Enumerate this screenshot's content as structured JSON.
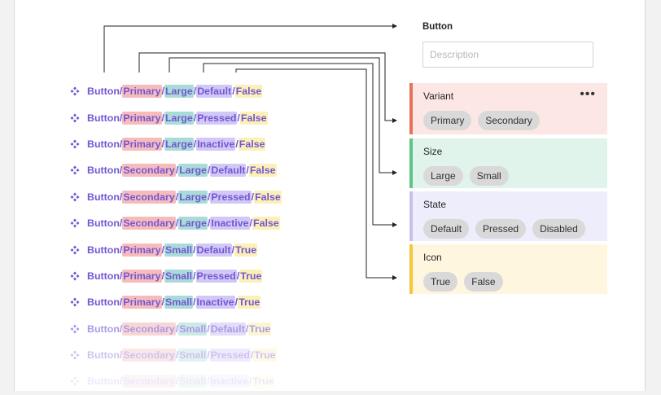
{
  "button_panel": {
    "title": "Button",
    "description_placeholder": "Description"
  },
  "properties": [
    {
      "name": "Variant",
      "color": "#e5735b",
      "values": [
        "Primary",
        "Secondary"
      ],
      "more_label": "•••"
    },
    {
      "name": "Size",
      "color": "#62c28a",
      "values": [
        "Large",
        "Small"
      ]
    },
    {
      "name": "State",
      "color": "#c6c0ef",
      "values": [
        "Default",
        "Pressed",
        "Disabled"
      ]
    },
    {
      "name": "Icon",
      "color": "#f5c73b",
      "values": [
        "True",
        "False"
      ]
    }
  ],
  "component_base": "Button",
  "separator": "/",
  "components": [
    [
      "Primary",
      "Large",
      "Default",
      "False"
    ],
    [
      "Primary",
      "Large",
      "Pressed",
      "False"
    ],
    [
      "Primary",
      "Large",
      "Inactive",
      "False"
    ],
    [
      "Secondary",
      "Large",
      "Default",
      "False"
    ],
    [
      "Secondary",
      "Large",
      "Pressed",
      "False"
    ],
    [
      "Secondary",
      "Large",
      "Inactive",
      "False"
    ],
    [
      "Primary",
      "Small",
      "Default",
      "True"
    ],
    [
      "Primary",
      "Small",
      "Pressed",
      "True"
    ],
    [
      "Primary",
      "Small",
      "Inactive",
      "True"
    ],
    [
      "Secondary",
      "Small",
      "Default",
      "True"
    ],
    [
      "Secondary",
      "Small",
      "Pressed",
      "True"
    ],
    [
      "Secondary",
      "Small",
      "Inactive",
      "True"
    ]
  ],
  "component_fade": [
    1,
    1,
    1,
    1,
    1,
    1,
    1,
    1,
    1,
    0.6,
    0.35,
    0.12
  ],
  "icons": {
    "component": "component-diamond-icon",
    "more": "more-dots-icon"
  }
}
